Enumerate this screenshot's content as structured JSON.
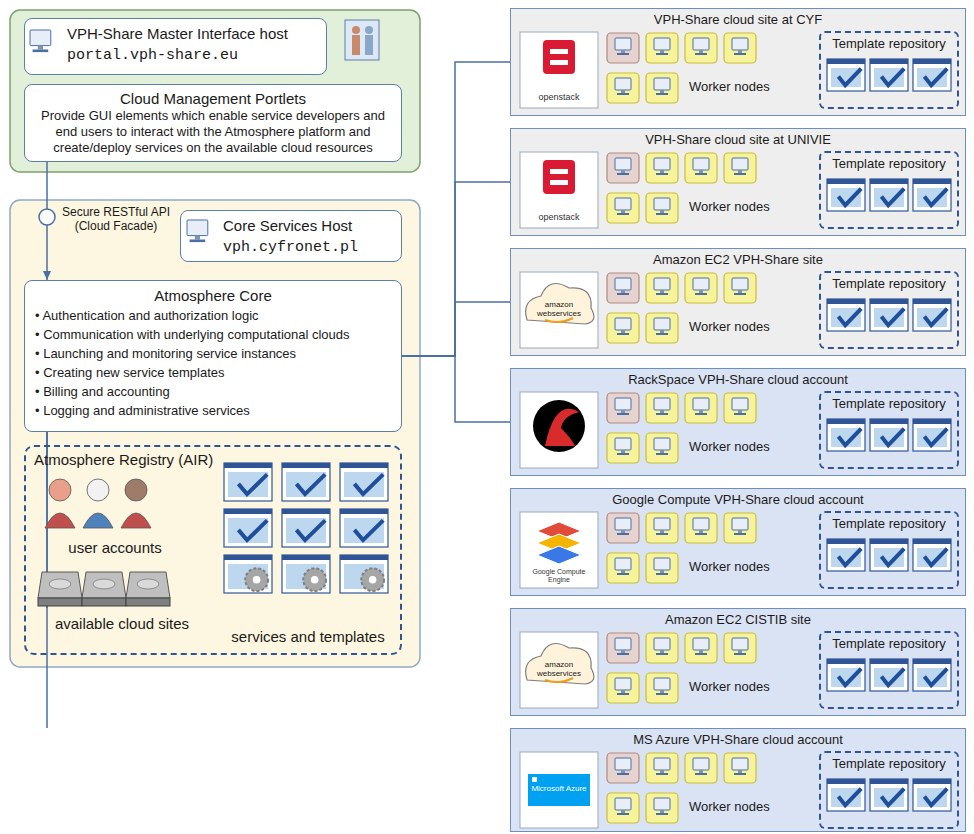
{
  "diagram": {
    "nodes": [
      {
        "text": [
          "VPH-Share Master Interface host",
          "portal.vph-share.eu"
        ]
      },
      {
        "text": [
          "Cloud Management Portlets",
          "Provide GUI elements which enable service developers and end users to interact with the Atmosphere platform and create/deploy services on the available cloud resources"
        ]
      },
      {
        "text": [
          "Core Services Host",
          "vph.cyfronet.pl"
        ]
      },
      {
        "text": [
          "Atmosphere Core",
          "• Authentication and authorization logic",
          "• Communication with underlying computational clouds",
          "• Launching and monitoring service instances",
          "• Creating new service templates",
          "• Billing and accounting",
          "• Logging and administrative services"
        ]
      },
      {
        "text": [
          "Atmosphere Registry (AIR)",
          "user accounts",
          "available cloud sites",
          "services and templates"
        ]
      },
      {
        "text": [
          "VPH-Share cloud site at CYF",
          "Worker nodes"
        ]
      },
      {
        "text": [
          "Template repository"
        ],
        "in": 5
      },
      {
        "text": [
          "VPH-Share cloud site at UNIVIE",
          "Worker nodes"
        ]
      },
      {
        "text": [
          "Template repository"
        ],
        "in": 7
      },
      {
        "text": [
          "Amazon EC2 VPH-Share site",
          "Worker nodes"
        ]
      },
      {
        "text": [
          "Template repository"
        ],
        "in": 9
      },
      {
        "text": [
          "RackSpace VPH-Share cloud account",
          "Worker nodes"
        ]
      },
      {
        "text": [
          "Template repository"
        ],
        "in": 11
      },
      {
        "text": [
          "Google Compute VPH-Share cloud account",
          "Worker nodes"
        ]
      },
      {
        "text": [
          "Template repository"
        ],
        "in": 13
      },
      {
        "text": [
          "Amazon EC2 CISTIB site",
          "Worker nodes"
        ]
      },
      {
        "text": [
          "Template repository"
        ],
        "in": 15
      },
      {
        "text": [
          "MS Azure VPH-Share cloud account",
          "Worker nodes"
        ]
      },
      {
        "text": [
          "Template repository"
        ],
        "in": 17
      }
    ],
    "edges": [
      {
        "from": 1,
        "to": 3,
        "arrow": "to"
      },
      {
        "from": 3,
        "to": 5,
        "arrow": "none"
      },
      {
        "from": 3,
        "to": 7,
        "arrow": "none"
      },
      {
        "from": 3,
        "to": 9,
        "arrow": "none"
      },
      {
        "from": 3,
        "to": 11,
        "arrow": "none"
      },
      {
        "from": 3,
        "to": 13,
        "arrow": "none"
      },
      {
        "from": 3,
        "to": 15,
        "arrow": "none"
      },
      {
        "from": 3,
        "to": 17,
        "arrow": "none"
      }
    ],
    "labels": [
      "Secure RESTful API (Cloud Facade)",
      "openstack",
      "openstack",
      "amazon webservices",
      "Google Compute Engine",
      "amazon webservices",
      "Microsoft Azure"
    ]
  }
}
